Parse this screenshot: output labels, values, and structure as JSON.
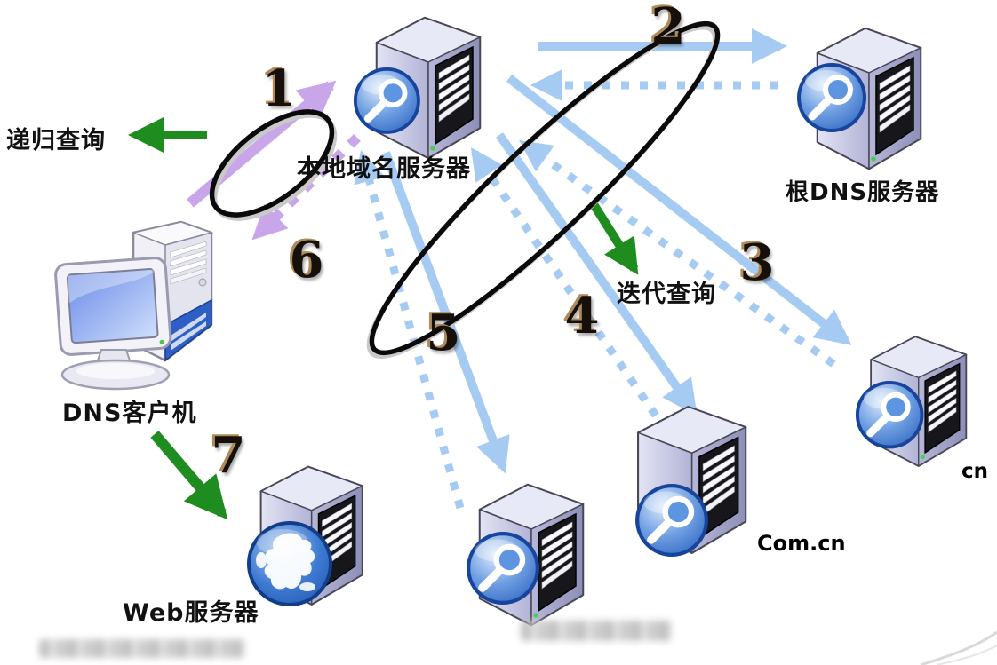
{
  "diagram": {
    "title_hint": "DNS recursive and iterative query process",
    "labels": {
      "recursive_query": "递归查询",
      "local_dns": "本地域名服务器",
      "root_dns": "根DNS服务器",
      "iterative_query": "迭代查询",
      "dns_client": "DNS客户机",
      "web_server": "Web服务器",
      "cn": "cn",
      "com_cn": "Com.cn"
    },
    "steps": {
      "s1": "1",
      "s2": "2",
      "s3": "3",
      "s4": "4",
      "s5": "5",
      "s6": "6",
      "s7": "7"
    },
    "colors": {
      "query_arrow_blue": "#A6CBF2",
      "client_arrow_purple": "#C9A6EA",
      "green_arrow": "#1F8C1F",
      "ellipse_stroke": "#0A0A0A",
      "step_number": "#17100A"
    }
  }
}
